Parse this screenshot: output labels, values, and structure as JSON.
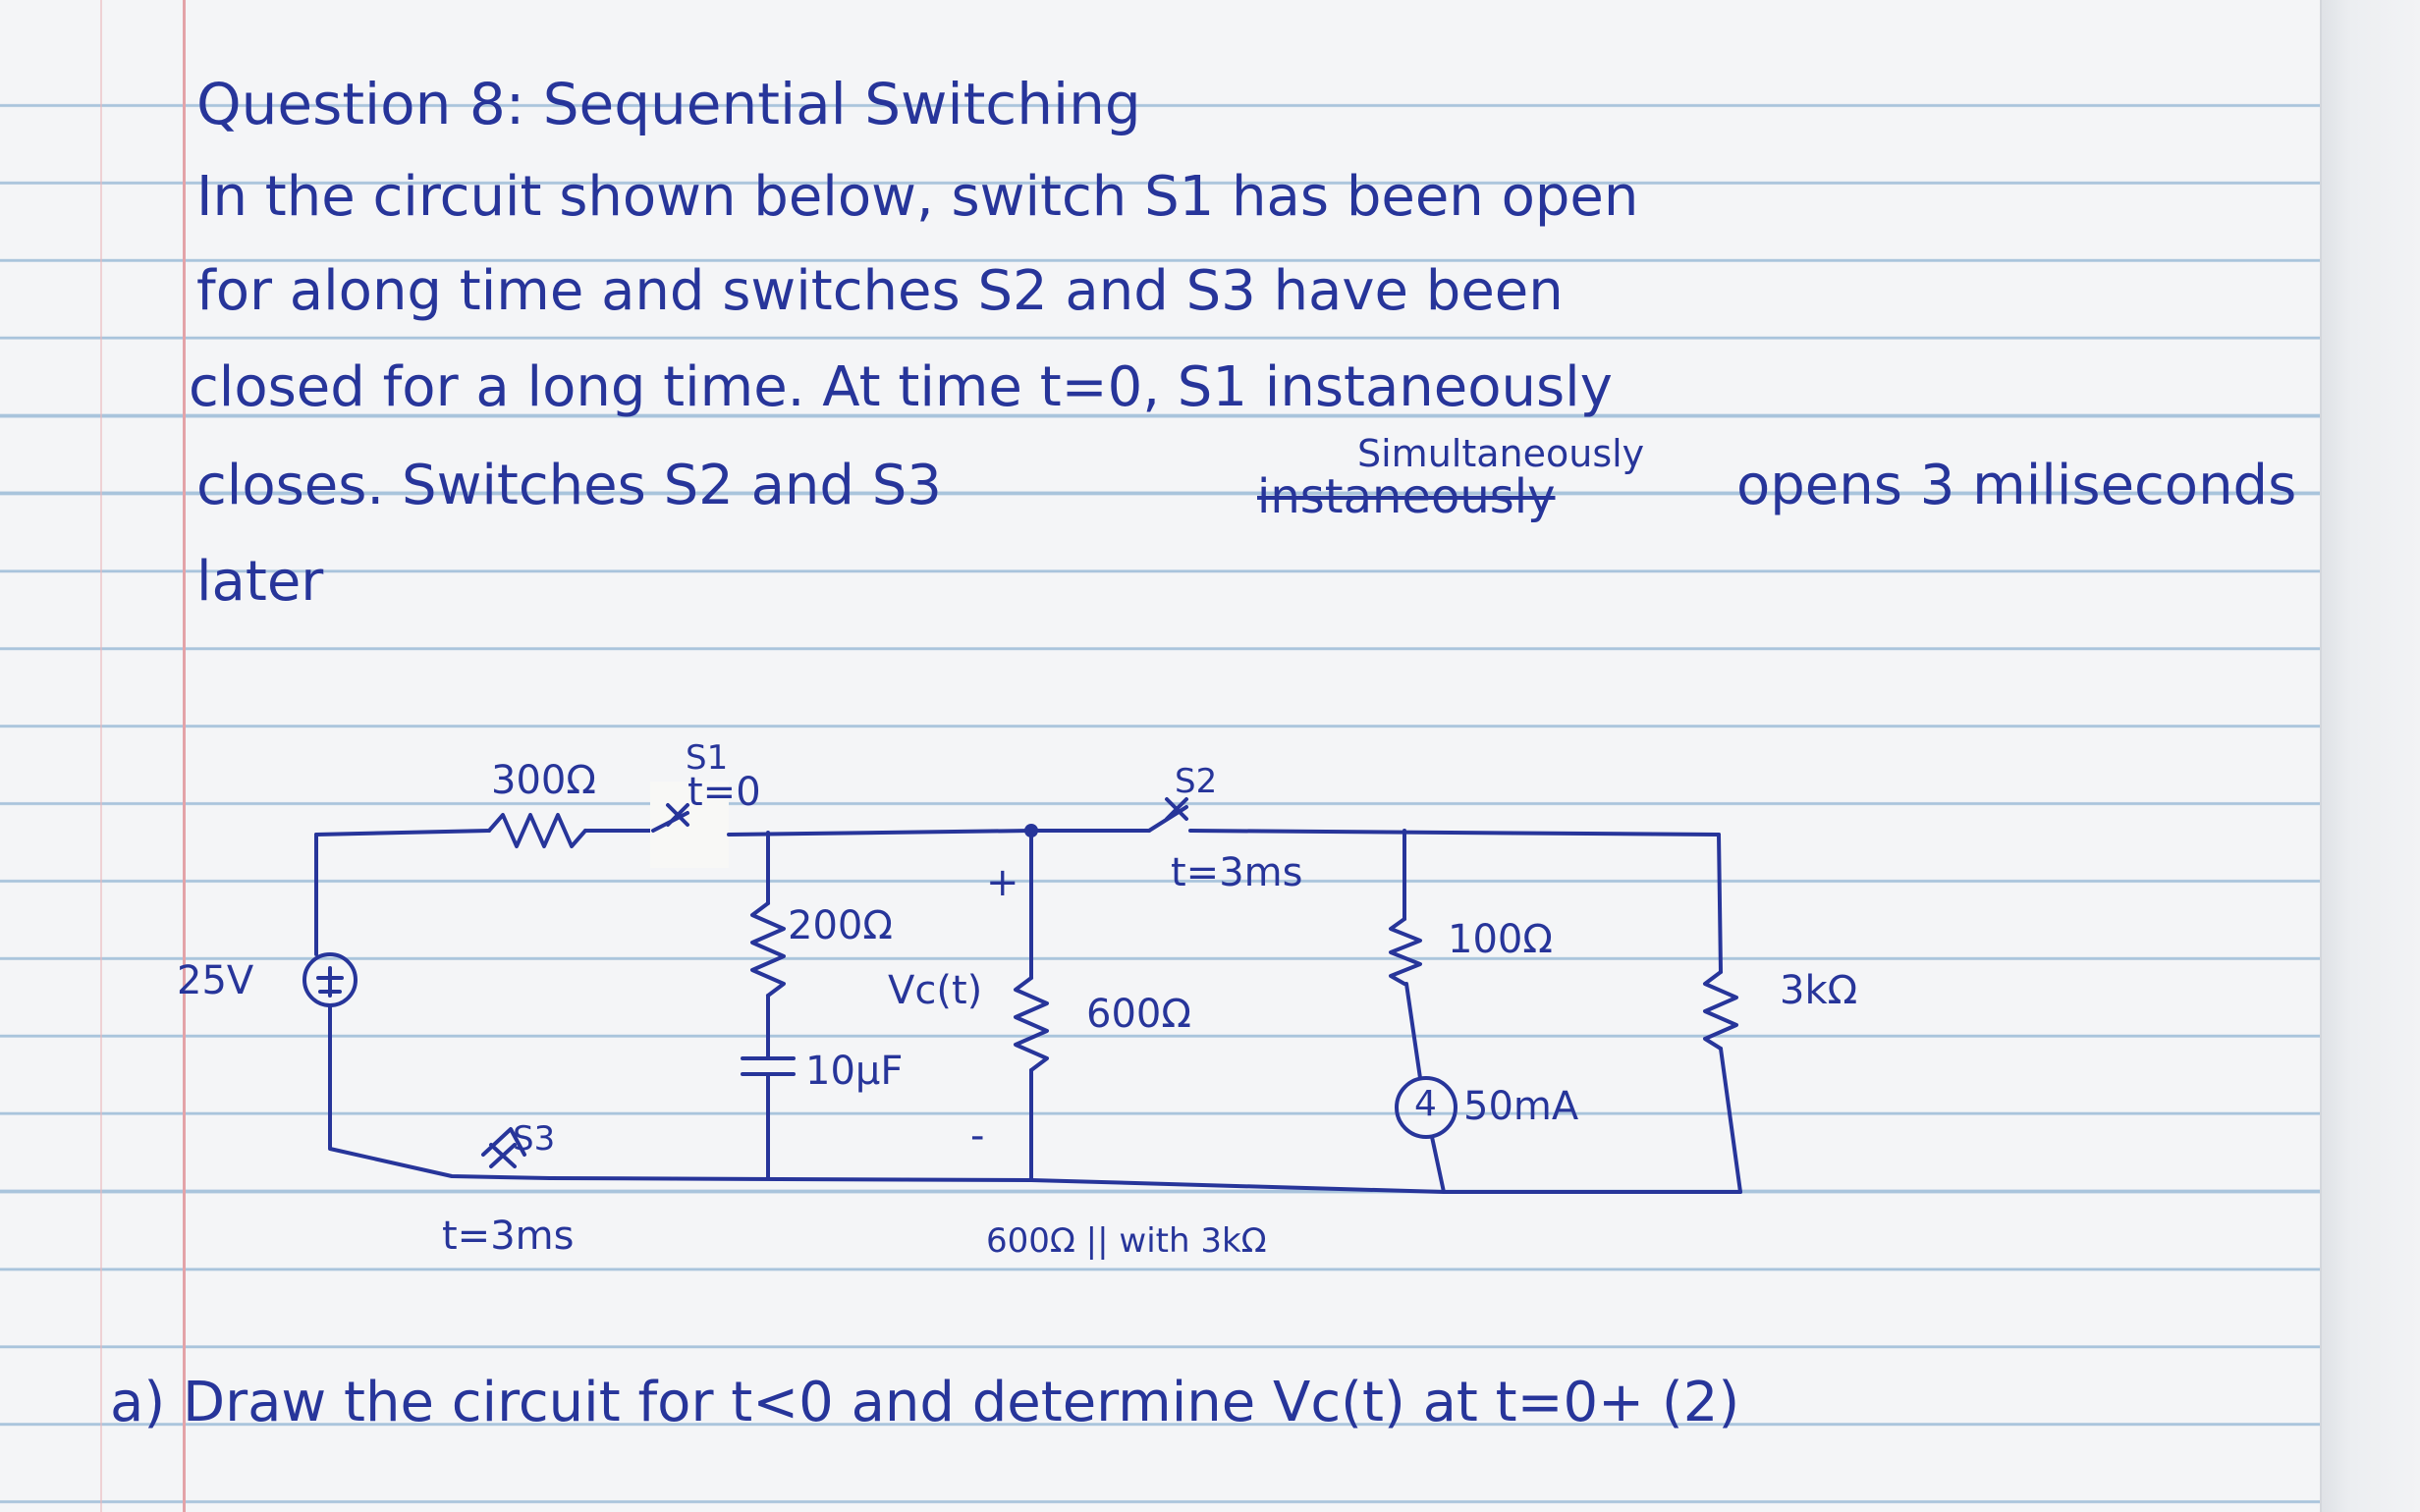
{
  "question": {
    "title": "Question 8: Sequential Switching",
    "lines": [
      "In the circuit shown below, switch S1 has been open",
      "for along time and switches S2 and S3 have been",
      "closed for a long time. At time t=0, S1 instaneously",
      "closes. Switches S2 and S3",
      "opens 3 miliseconds",
      "later"
    ],
    "struck_word": "instaneously",
    "insert_word": "Simultaneously"
  },
  "circuit": {
    "source_label": "25V",
    "r1_label": "300Ω",
    "s1_label": "S1",
    "s1_time": "t=0",
    "r2_label": "200Ω",
    "cap_label": "10μF",
    "vc_label": "Vc(t)",
    "plus": "+",
    "minus": "-",
    "r3_label": "600Ω",
    "s2_label": "S2",
    "s2_time": "t=3ms",
    "r4_label": "100Ω",
    "isrc_value": "4",
    "isrc_label": "50mA",
    "r5_label": "3kΩ",
    "s3_label": "S3",
    "s3_time": "t=3ms",
    "note": "600Ω || with 3kΩ"
  },
  "part_a": "a) Draw the circuit for t<0 and determine Vc(t) at t=0+ (2)"
}
